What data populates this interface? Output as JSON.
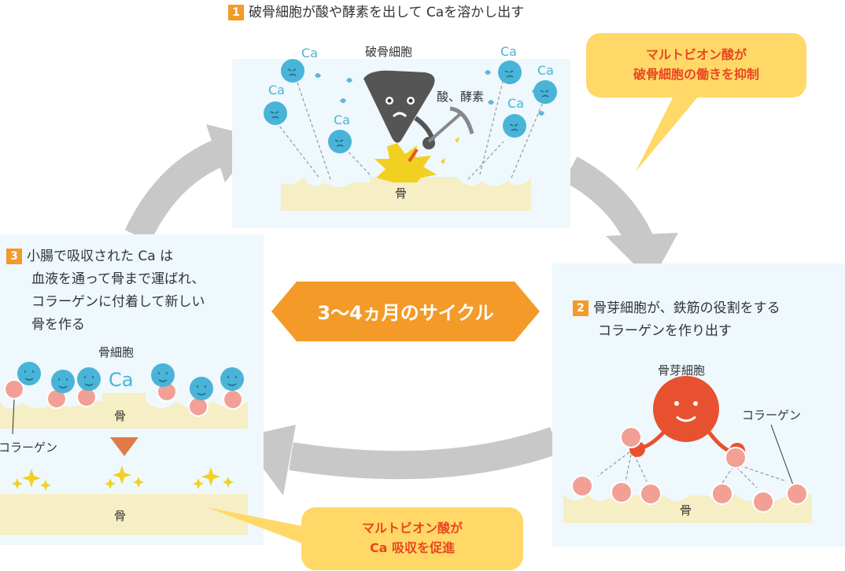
{
  "step1": {
    "num": "1",
    "text": "破骨細胞が酸や酵素を出して Caを溶かし出す"
  },
  "step2": {
    "num": "2",
    "line1": "骨芽細胞が、鉄筋の役割をする",
    "line2": "コラーゲンを作り出す"
  },
  "step3": {
    "num": "3",
    "line1": "小腸で吸収された Ca は",
    "line2": "血液を通って骨まで運ばれ、",
    "line3": "コラーゲンに付着して新しい",
    "line4": "骨を作る"
  },
  "cycle_label": "3～4ヵ月のサイクル",
  "labels": {
    "osteoclast": "破骨細胞",
    "acid_enzyme": "酸、酵素",
    "osteoblast": "骨芽細胞",
    "bone_cell": "骨細胞",
    "collagen": "コラーゲン",
    "bone": "骨",
    "ca": "Ca"
  },
  "callout_top": {
    "line1": "マルトビオン酸が",
    "line2": "破骨細胞の働きを抑制"
  },
  "callout_bottom": {
    "line1": "マルトビオン酸が",
    "line2": "Ca 吸収を促進"
  },
  "colors": {
    "accent_orange": "#f39a28",
    "callout_yellow": "#ffd868",
    "callout_text": "#e8471f",
    "panel_bg": "#eef8fd",
    "bone": "#f6eec4",
    "ca_blue": "#4ab4d8",
    "osteoblast_red": "#e8512f"
  }
}
